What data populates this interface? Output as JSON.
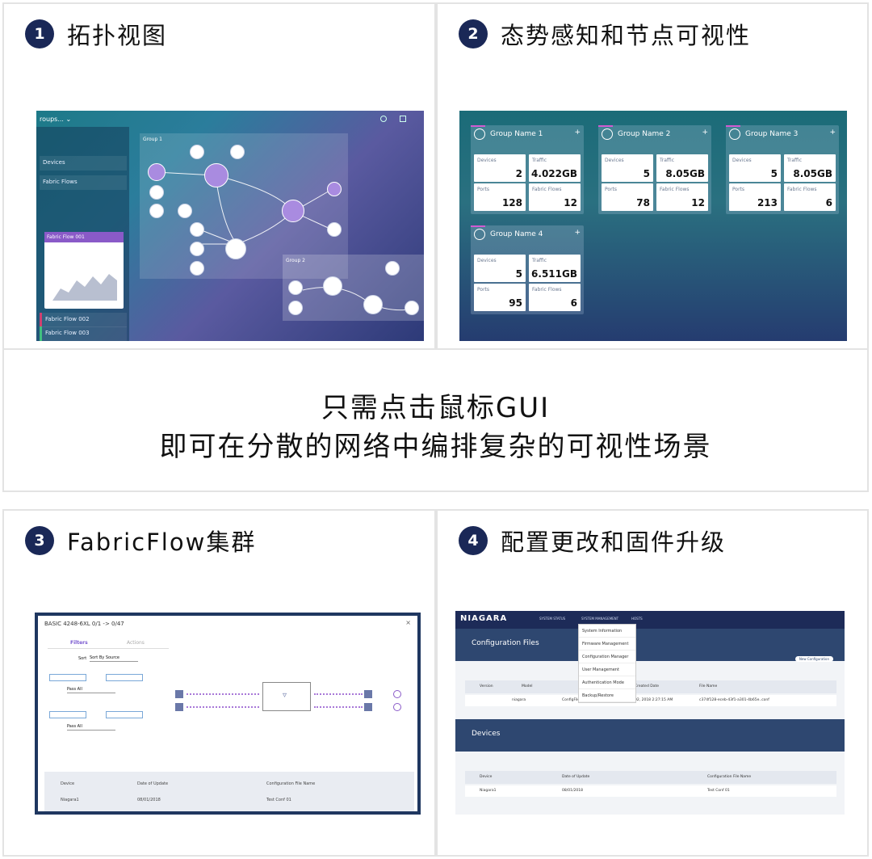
{
  "panels": [
    {
      "number": "1",
      "title": "拓扑视图"
    },
    {
      "number": "2",
      "title": "态势感知和节点可视性"
    },
    {
      "number": "3",
      "title": "FabricFlow集群"
    },
    {
      "number": "4",
      "title": "配置更改和固件升级"
    }
  ],
  "banner": {
    "line1": "只需点击鼠标GUI",
    "line2": "即可在分散的网络中编排复杂的可视性场景"
  },
  "topology": {
    "header": "roups... ⌄",
    "sidebar": [
      "Devices",
      "Fabric Flows",
      "Fabric Flow 001",
      "Fabric Flow 002",
      "Fabric Flow 003"
    ],
    "groups": [
      "Group 1",
      "Group 2"
    ]
  },
  "groups": [
    {
      "name": "Group Name 1",
      "devices": "2",
      "traffic": "4.022GB",
      "ports": "128",
      "fabric_flows": "12"
    },
    {
      "name": "Group Name 2",
      "devices": "5",
      "traffic": "8.05GB",
      "ports": "78",
      "fabric_flows": "12"
    },
    {
      "name": "Group Name 3",
      "devices": "5",
      "traffic": "8.05GB",
      "ports": "213",
      "fabric_flows": "6"
    },
    {
      "name": "Group Name 4",
      "devices": "5",
      "traffic": "6.511GB",
      "ports": "95",
      "fabric_flows": "6"
    }
  ],
  "metric_labels": {
    "devices": "Devices",
    "traffic": "Traffic",
    "ports": "Ports",
    "fabric_flows": "Fabric Flows"
  },
  "fabricflow": {
    "title": "BASIC 4248-6XL 0/1 -> 0/47",
    "tabs": [
      "Filters",
      "Actions"
    ],
    "sort_label": "Sort",
    "sort_value": "Sort By Source",
    "pass_all": "Pass All",
    "table_headers": [
      "Device",
      "Date of Update",
      "Configuration File Name"
    ],
    "row": [
      "Niagara1",
      "08/01/2018",
      "Test Conf 01"
    ]
  },
  "config": {
    "logo": "NIAGARA",
    "nav": [
      "SYSTEM STATUS",
      "SYSTEM MANAGEMENT",
      "HOSTS"
    ],
    "menu": [
      "System Information",
      "Firmware Management",
      "Configuration Manager",
      "User Management",
      "Authentication Mode",
      "Backup/Restore"
    ],
    "section1": "Configuration Files",
    "section2": "Devices",
    "new_config": "New Configuration",
    "cf_headers": [
      "Version",
      "Model",
      "Created Date",
      "File Name"
    ],
    "cf_row": [
      "niagara",
      "ConfigFile",
      "02, 2018 2:27:15 AM",
      "c374f128-eceb-43f1-a301-4b65e..conf"
    ],
    "dev_headers": [
      "Device",
      "Date of Update",
      "Configuration File Name"
    ],
    "dev_row": [
      "Niagara1",
      "08/01/2018",
      "Test Conf 01"
    ]
  }
}
